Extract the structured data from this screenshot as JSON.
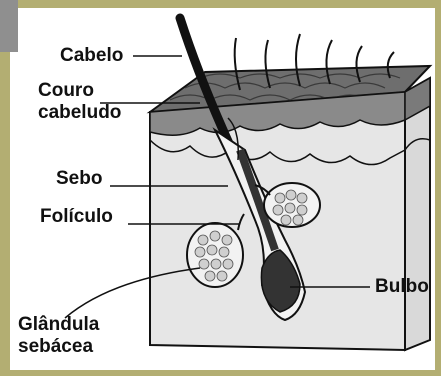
{
  "labels": {
    "cabelo": "Cabelo",
    "couro_line1": "Couro",
    "couro_line2": "cabeludo",
    "sebo": "Sebo",
    "foliculo": "Folículo",
    "bulbo": "Bulbo",
    "glandula_line1": "Glândula",
    "glandula_line2": "sebácea"
  }
}
